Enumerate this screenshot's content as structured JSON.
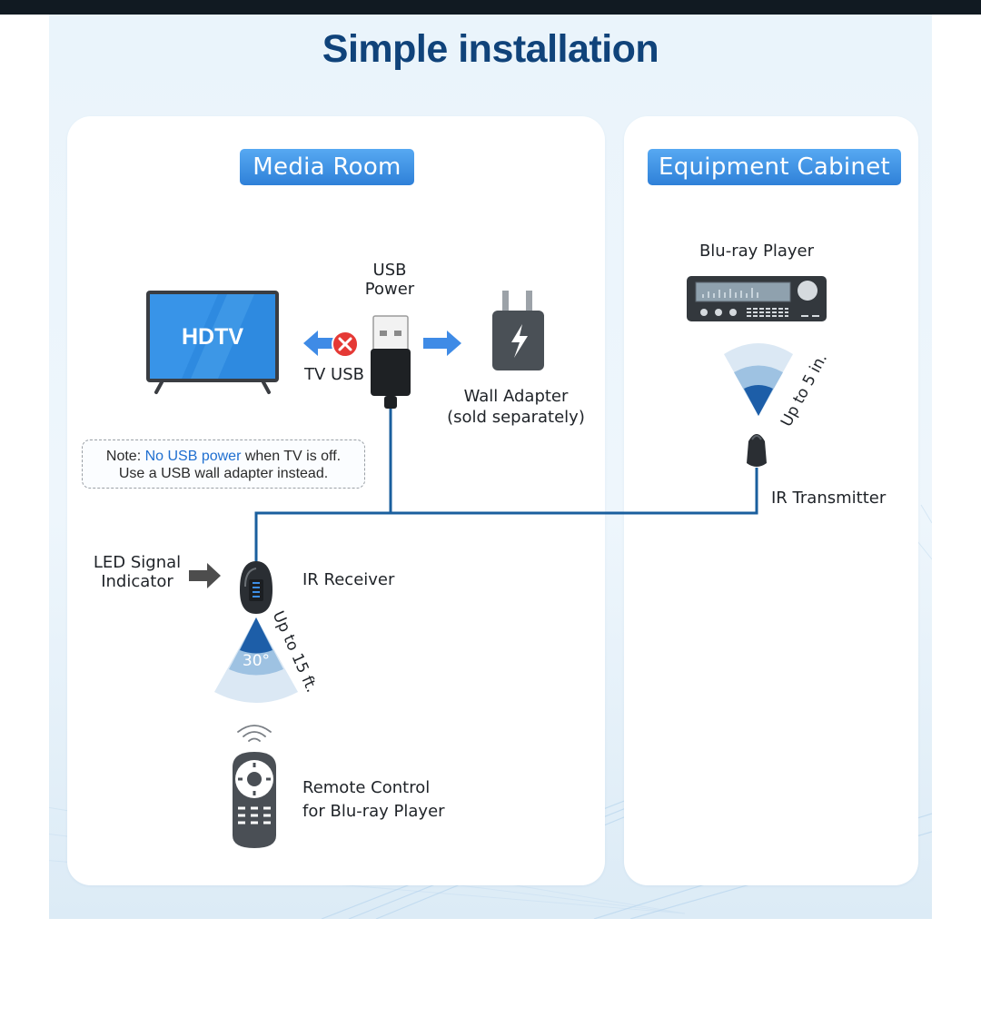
{
  "title": "Simple installation",
  "sections": {
    "media_room": "Media Room",
    "equipment_cabinet": "Equipment Cabinet"
  },
  "labels": {
    "hdtv": "HDTV",
    "usb_power_line1": "USB",
    "usb_power_line2": "Power",
    "tv_usb": "TV USB",
    "wall_adapter_line1": "Wall Adapter",
    "wall_adapter_line2": "(sold separately)",
    "led_line1": "LED Signal",
    "led_line2": "Indicator",
    "ir_receiver": "IR Receiver",
    "angle": "30°",
    "range_receiver": "Up to 15 ft.",
    "remote_line1": "Remote Control",
    "remote_line2": "for Blu-ray Player",
    "bluray": "Blu-ray Player",
    "range_transmitter": "Up to 5 in.",
    "ir_transmitter": "IR Transmitter"
  },
  "note": {
    "prefix": "Note: ",
    "highlight": "No USB power",
    "suffix": " when TV is off.",
    "line2": "Use a USB wall adapter instead."
  },
  "colors": {
    "title": "#10437a",
    "pill": "#2f80d8",
    "cable": "#1a5f9e",
    "arrow": "#3f8be6",
    "error": "#e53935"
  }
}
